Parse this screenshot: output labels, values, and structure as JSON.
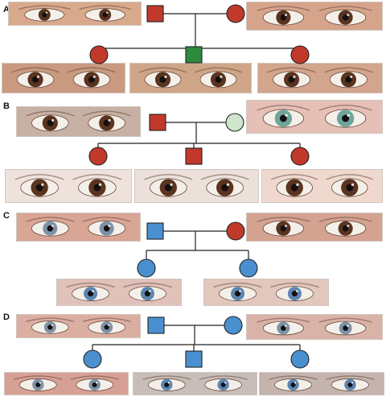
{
  "panels": [
    {
      "label": "A",
      "father": "brown",
      "mother": "brown",
      "children": [
        {
          "sex": "female",
          "eye": "brown"
        },
        {
          "sex": "male",
          "eye": "green"
        },
        {
          "sex": "female",
          "eye": "brown"
        }
      ]
    },
    {
      "label": "B",
      "father": "brown",
      "mother": "green",
      "children": [
        {
          "sex": "female",
          "eye": "brown"
        },
        {
          "sex": "male",
          "eye": "brown"
        },
        {
          "sex": "female",
          "eye": "brown"
        }
      ]
    },
    {
      "label": "C",
      "father": "blue",
      "mother": "brown",
      "children": [
        {
          "sex": "female",
          "eye": "blue"
        },
        {
          "sex": "female",
          "eye": "blue"
        }
      ]
    },
    {
      "label": "D",
      "father": "blue",
      "mother": "blue",
      "children": [
        {
          "sex": "female",
          "eye": "blue"
        },
        {
          "sex": "male",
          "eye": "blue"
        },
        {
          "sex": "female",
          "eye": "blue"
        }
      ]
    }
  ],
  "colors": {
    "brown": "#c0392b",
    "green": "#2e8b3e",
    "blue": "#4a90d0",
    "light_green": "#cde6cc",
    "line": "#222222"
  },
  "iris_colors": {
    "brown": "#5a3420",
    "green": "#6fa59a",
    "blue": "#5b86b0",
    "grey_blue": "#7d92a6"
  }
}
